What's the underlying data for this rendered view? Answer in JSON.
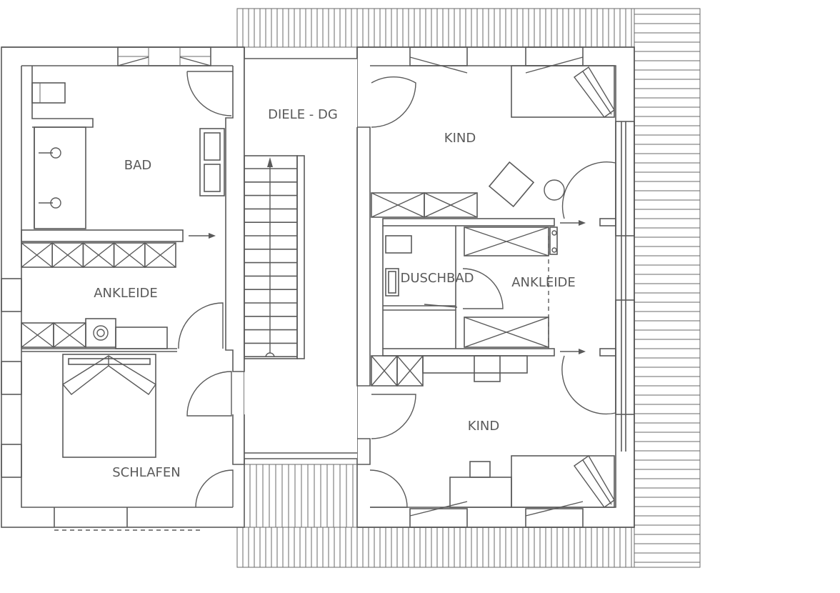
{
  "labels": {
    "diele": "DIELE - DG",
    "bad": "BAD",
    "ankleide_left": "ANKLEIDE",
    "schlafen": "SCHLAFEN",
    "kind_top": "KIND",
    "duschbad": "DUSCHBAD",
    "ankleide_right": "ANKLEIDE",
    "kind_bottom": "KIND"
  }
}
